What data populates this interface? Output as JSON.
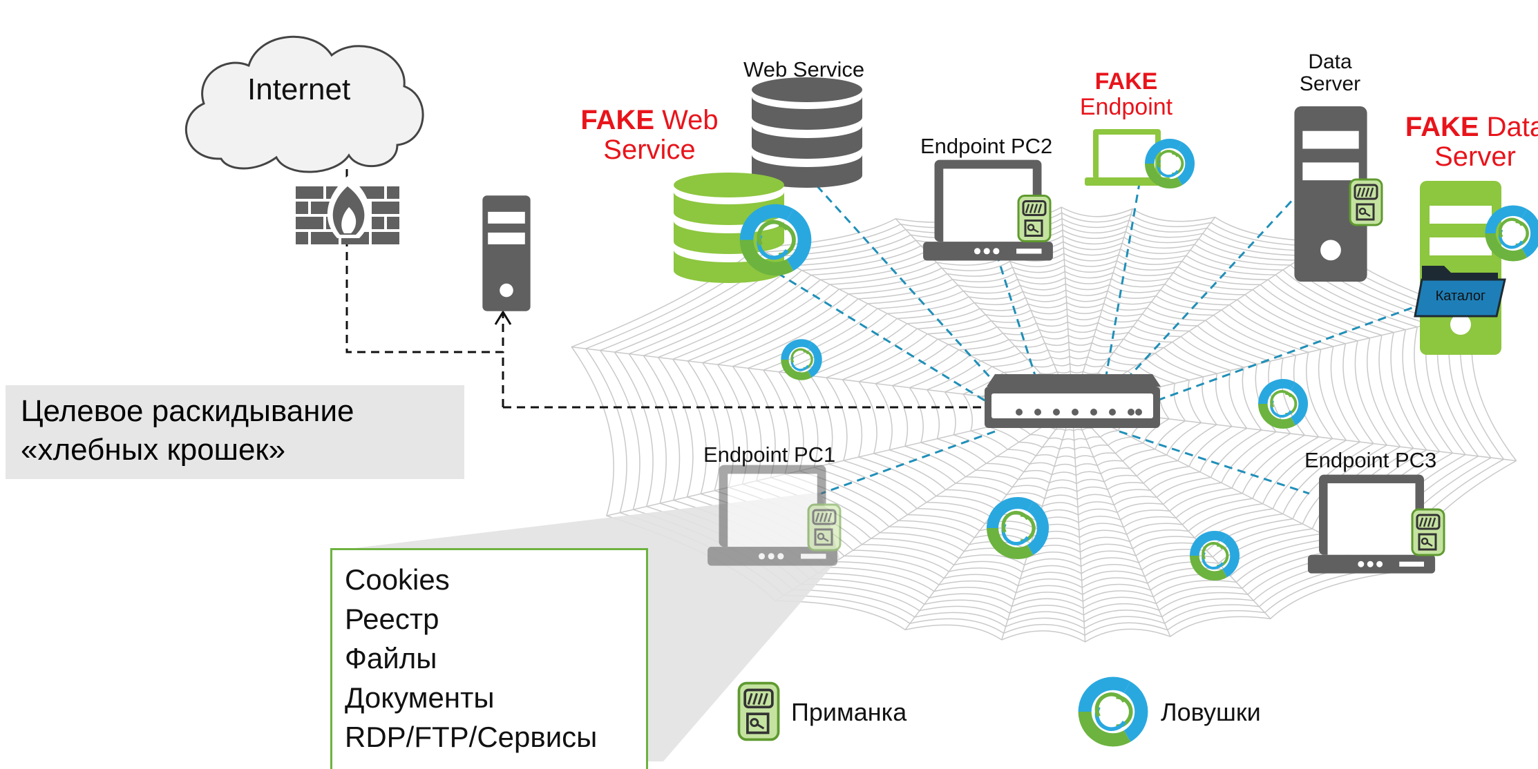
{
  "internet_label": "Internet",
  "web_service_label": "Web Service",
  "fake_web_service": {
    "fake": "FAKE",
    "line1": "Web",
    "line2": "Service"
  },
  "endpoint_pc2_label": "Endpoint PC2",
  "fake_endpoint": {
    "fake": "FAKE",
    "line2": "Endpoint"
  },
  "data_server_label": {
    "line1": "Data",
    "line2": "Server"
  },
  "fake_data_server": {
    "fake": "FAKE",
    "line1": "Data",
    "line2": "Server"
  },
  "catalog_label": "Каталог",
  "endpoint_pc1_label": "Endpoint PC1",
  "endpoint_pc3_label": "Endpoint PC3",
  "callout": {
    "line1": "Целевое раскидывание",
    "line2": "«хлебных крошек»"
  },
  "breadcrumbs": [
    "Cookies",
    "Реестр",
    "Файлы",
    "Документы",
    "RDP/FTP/Сервисы"
  ],
  "legend": {
    "bait": "Приманка",
    "traps": "Ловушки"
  },
  "colors": {
    "dark_gray": "#606060",
    "green": "#8dc63f",
    "bait_green": "#c5e3a0",
    "trap_blue": "#29a8e0",
    "trap_green": "#6cb33f",
    "fake_red": "#e8141b",
    "link_blue": "#1f8fb8",
    "folder_blue": "#1e7fb8"
  }
}
